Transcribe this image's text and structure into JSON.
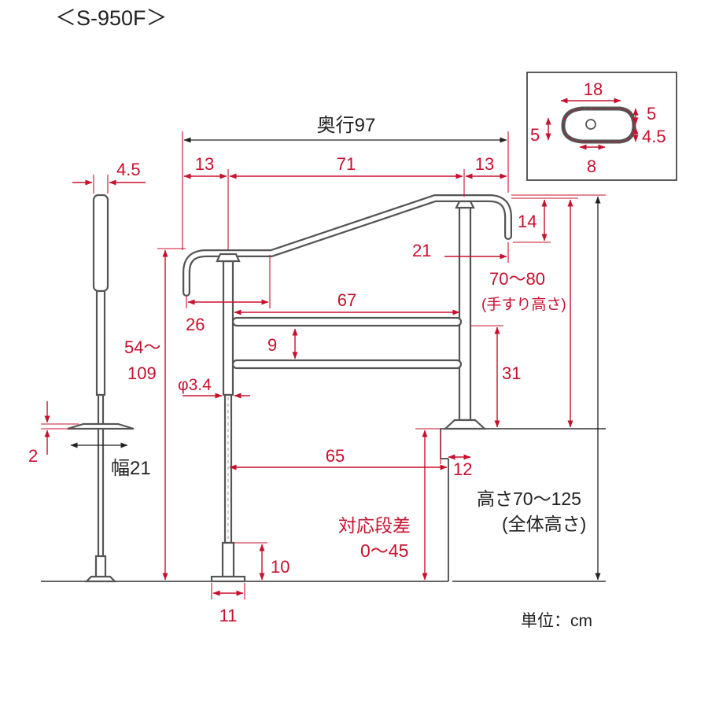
{
  "title": "＜S-950F＞",
  "unit_label": "単位：cm",
  "colors": {
    "dimension": "#c8102e",
    "black_dimension": "#222222",
    "pipe": "#555555"
  },
  "side_view": {
    "width_top": "4.5",
    "base_thickness": "2",
    "base_width": "幅21"
  },
  "front_view": {
    "depth_total": "奥行97",
    "left_overhang": "13",
    "middle_span": "71",
    "right_overhang": "13",
    "left_height_line1": "54～",
    "left_height_line2": "109",
    "hook_drop": "14",
    "right_post_offset": "21",
    "handrail_height_line1": "70～80",
    "handrail_height_line2": "(手すり高さ)",
    "left_grip_length": "26",
    "rail_length": "67",
    "rail_spacing": "9",
    "lower_rail_height": "31",
    "post_diameter": "φ3.4",
    "base_span": "65",
    "step_offset": "12",
    "total_height_line1": "高さ70～125",
    "total_height_line2": "(全体高さ)",
    "step_range_line1": "対応段差",
    "step_range_line2": "0～45",
    "bottom_foot": "10",
    "foot_width": "11"
  },
  "cross_section": {
    "width": "18",
    "top_offset": "5",
    "left_height": "5",
    "right_height": "4.5",
    "bottom_width": "8"
  }
}
